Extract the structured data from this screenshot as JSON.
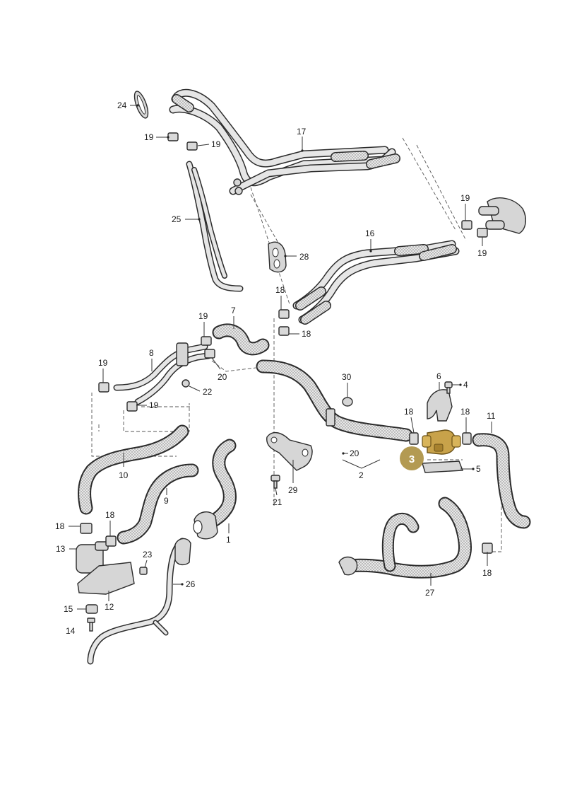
{
  "colors": {
    "background": "#ffffff",
    "line": "#2b2b2b",
    "hose_fill": "#e3e3e3",
    "highlight_part": "#c8a24a",
    "badge": "#b39a52",
    "badge_text": "#ffffff"
  },
  "highlight": {
    "part_number": "3"
  },
  "callouts": [
    {
      "id": "24",
      "label": "24"
    },
    {
      "id": "19a",
      "label": "19"
    },
    {
      "id": "19b",
      "label": "19"
    },
    {
      "id": "17",
      "label": "17"
    },
    {
      "id": "25",
      "label": "25"
    },
    {
      "id": "28",
      "label": "28"
    },
    {
      "id": "19c",
      "label": "19"
    },
    {
      "id": "19d",
      "label": "19"
    },
    {
      "id": "16",
      "label": "16"
    },
    {
      "id": "18a",
      "label": "18"
    },
    {
      "id": "18b",
      "label": "18"
    },
    {
      "id": "19e",
      "label": "19"
    },
    {
      "id": "7",
      "label": "7"
    },
    {
      "id": "8",
      "label": "8"
    },
    {
      "id": "19f",
      "label": "19"
    },
    {
      "id": "20a",
      "label": "20"
    },
    {
      "id": "22",
      "label": "22"
    },
    {
      "id": "19g",
      "label": "19"
    },
    {
      "id": "30",
      "label": "30"
    },
    {
      "id": "6",
      "label": "6"
    },
    {
      "id": "4",
      "label": "4"
    },
    {
      "id": "18c",
      "label": "18"
    },
    {
      "id": "18d",
      "label": "18"
    },
    {
      "id": "11",
      "label": "11"
    },
    {
      "id": "20b",
      "label": "20"
    },
    {
      "id": "2",
      "label": "2"
    },
    {
      "id": "5",
      "label": "5"
    },
    {
      "id": "10",
      "label": "10"
    },
    {
      "id": "29",
      "label": "29"
    },
    {
      "id": "21",
      "label": "21"
    },
    {
      "id": "9",
      "label": "9"
    },
    {
      "id": "1",
      "label": "1"
    },
    {
      "id": "18e",
      "label": "18"
    },
    {
      "id": "18f",
      "label": "18"
    },
    {
      "id": "13",
      "label": "13"
    },
    {
      "id": "23",
      "label": "23"
    },
    {
      "id": "26",
      "label": "26"
    },
    {
      "id": "12",
      "label": "12"
    },
    {
      "id": "15",
      "label": "15"
    },
    {
      "id": "14",
      "label": "14"
    },
    {
      "id": "18g",
      "label": "18"
    },
    {
      "id": "27",
      "label": "27"
    }
  ]
}
